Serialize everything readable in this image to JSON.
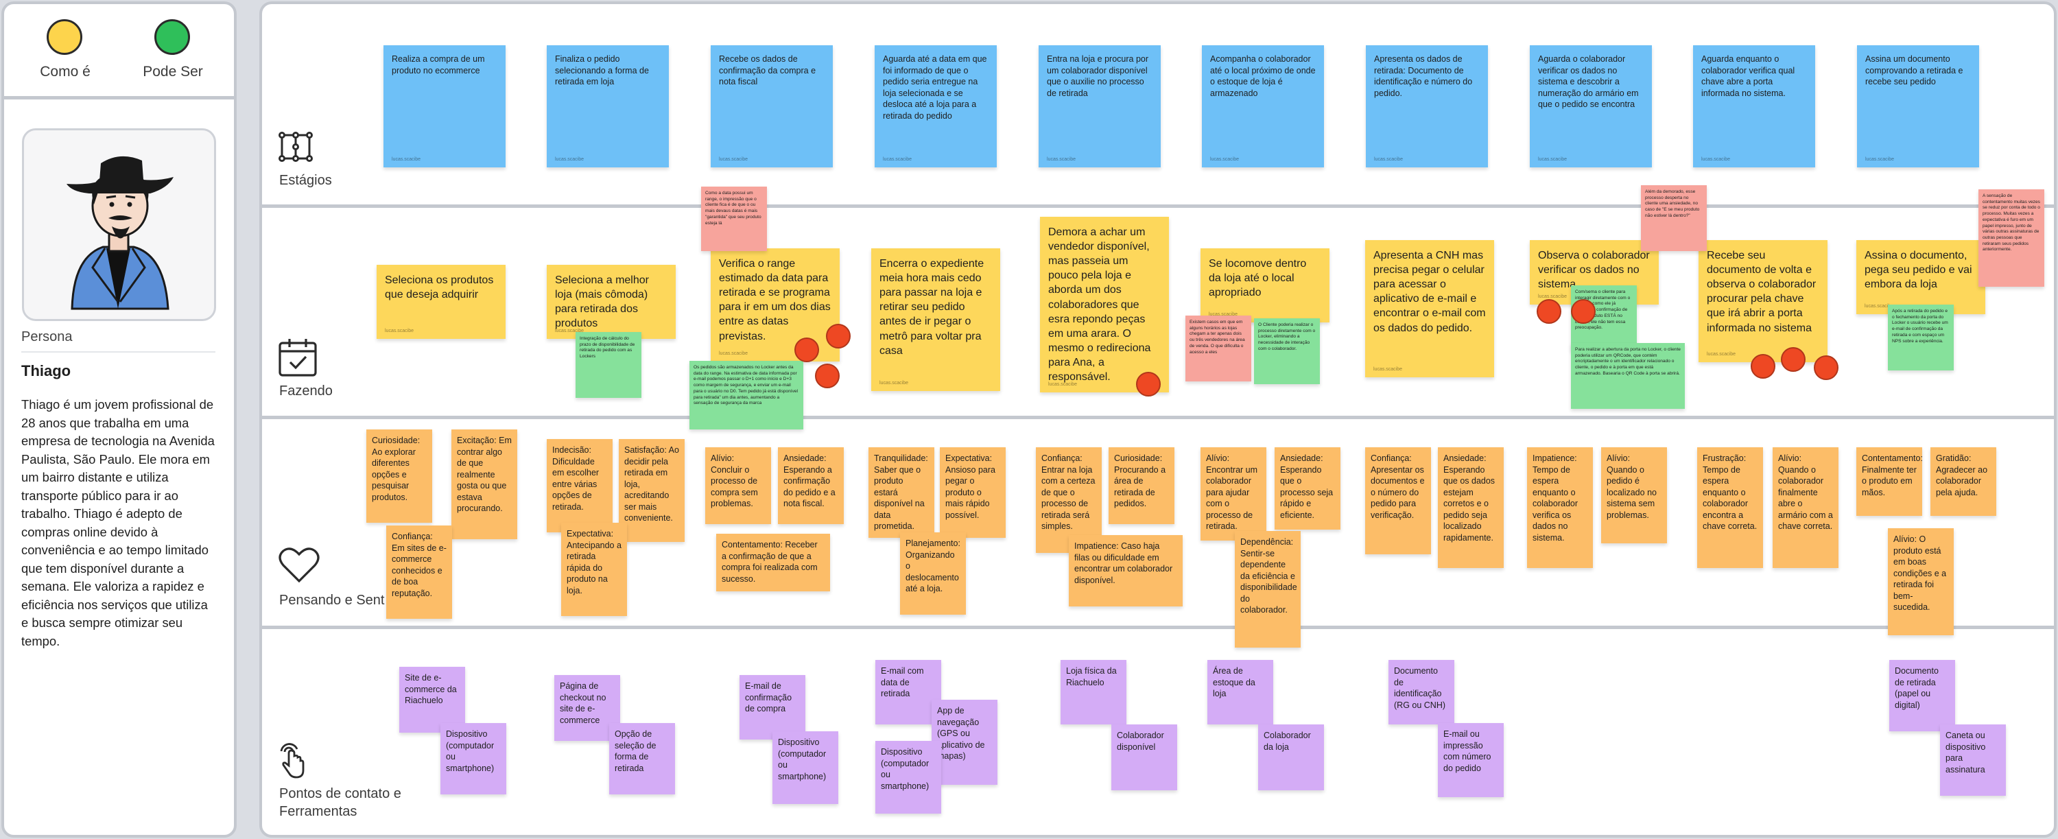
{
  "legend": {
    "as_is_label": "Como é",
    "to_be_label": "Pode Ser",
    "as_is_color": "#fdd44c",
    "to_be_color": "#2fbf5a"
  },
  "persona": {
    "section_label": "Persona",
    "name": "Thiago",
    "bio": "Thiago é um jovem profissional de 28 anos que trabalha em uma empresa de tecnologia na Avenida Paulista, São Paulo. Ele mora em um bairro distante e utiliza transporte público para ir ao trabalho. Thiago é adepto de compras online devido à conveniência e ao tempo limitado que tem disponível durante a semana. Ele valoriza a rapidez e eficiência nos serviços que utiliza e busca sempre otimizar seu tempo."
  },
  "lanes": {
    "estagios": "Estágios",
    "fazendo": "Fazendo",
    "pensando": "Pensando e Sent",
    "pontos_line1": "Pontos de contato e",
    "pontos_line2": "Ferramentas"
  },
  "author": "lucas.scacibe",
  "stages": [
    "Realiza a compra de um produto no ecommerce",
    "Finaliza o pedido selecionando a forma de retirada em loja",
    "Recebe os dados de confirmação da compra e nota fiscal",
    "Aguarda até a data em que foi informado de que o pedido seria entregue na loja selecionada e se desloca até a loja para a retirada do pedido",
    "Entra na loja e procura por um colaborador disponível que o auxilie no processo de retirada",
    "Acompanha o colaborador até o local próximo de onde o estoque de loja é armazenado",
    "Apresenta os dados de retirada: Documento de identificação e número do pedido.",
    "Aguarda o colaborador verificar os dados no sistema e descobrir a numeração do armário em que o pedido se encontra",
    "Aguarda enquanto o colaborador verifica qual chave abre a porta informada no sistema.",
    "Assina um documento comprovando a retirada e recebe seu pedido"
  ],
  "doing": [
    "Seleciona os produtos que deseja adquirir",
    "Seleciona a melhor loja (mais cômoda) para retirada dos produtos",
    "Verifica o range estimado da data para retirada e se programa para ir em um dos dias entre as datas previstas.",
    "Encerra o expediente meia hora mais cedo para passar na loja e retirar seu pedido antes de ir pegar o metrô para voltar pra casa",
    "Demora a achar um vendedor disponível, mas passeia um pouco pela loja e aborda um dos colaboradores que esra repondo peças em uma arara. O mesmo o redireciona para Ana, a responsável.",
    "Se locomove dentro da loja até o local apropriado",
    "Apresenta a CNH mas precisa pegar o celular para acessar o aplicativo de e-mail e encontrar o e-mail com os dados do pedido.",
    "Observa o colaborador verificar os dados no sistema.",
    "Recebe seu documento de volta e observa o colaborador procurar pela chave que irá abrir a porta informada no sistema",
    "Assina o documento, pega seu pedido e vai embora da loja"
  ],
  "small_notes": {
    "pink1": "Como a data possui um range, o impressão que o cliente fica é de que o ou mais devaus datas é mais \"garantida\" que seu produto esteja lá",
    "green1": "Integração de cálculo do prazo de disponibilidade de retirada do pedido com as Lockers",
    "green2": "Os pedidos são armazenados no Locker antes da data do range. Na estimativa de data informada por e-mail podemos passar o D+1 como início e D+3 como margem de segurança, e enviar um e-mail para o usuário no D0. Tem pedido já está disponível para retirada\" um dia antes, aumentando a sensação de segurança da marca",
    "pink2": "Existem casos em que em alguns horários as lojas chegam a ter apenas dois ou três vendedores na área de venda. O que dificulta o acesso a eles",
    "green3": "O Cliente poderia realizar o processo diretamente com o Locker, eliminando a necessidade de interação com o colaborador.",
    "pink3": "Além da demorado, esse processo desperta no cliente uma ansiedade, no caso de \"E se meu produto não estiver lá dentro?\"",
    "green4": "Com/sema o cliente para interagir diretamente com o usuário, como ele já recebeu a confirmação de que o produto ESTÁ no Locker, ele não tem essa preocupação.",
    "green5": "Para realizar a abertura da porta no Locker, o cliente poderia utilizar um QRCode, que contém encriptadamente o um identificador relacionado o cliente, o pedido e à porta em que está armazenado. Basearia o QR Code à porta se abrirá.",
    "pink4": "A sensação de contentamento muitas vezes se reduz por conta de todo o processo. Muitas vezes a expectativa é furo em um papel impresso, junto de várias outras assinaturas de outras pessoas que retiraram seus pedidos anteriormente.",
    "green6": "Após a retirada do pedido e o fechamento da porta do Locker o usuário recebe um e-mail de confirmação da retirada e com espaço um NPS sobre a experiência."
  },
  "feelings": [
    "Curiosidade: Ao explorar diferentes opções e pesquisar produtos.",
    "Excitação: Em contrar algo de que realmente gosta ou que estava procurando.",
    "Confiança: Em sites de e-commerce conhecidos e de boa reputação.",
    "Indecisão: Dificuldade em escolher entre várias opções de retirada.",
    "Satisfação: Ao decidir pela retirada em loja, acreditando ser mais conveniente.",
    "Expectativa: Antecipando a retirada rápida do produto na loja.",
    "Alívio: Concluir o processo de compra sem problemas.",
    "Ansiedade: Esperando a confirmação do pedido e a nota fiscal.",
    "Contentamento: Receber a confirmação de que a compra foi realizada com sucesso.",
    "Tranquilidade: Saber que o produto estará disponível na data prometida.",
    "Expectativa: Ansioso para pegar o produto o mais rápido possível.",
    "Planejamento: Organizando o deslocamento até a loja.",
    "Confiança: Entrar na loja com a certeza de que o processo de retirada será simples.",
    "Curiosidade: Procurando a área de retirada de pedidos.",
    "Impatience: Caso haja filas ou dificuldade em encontrar um colaborador disponível.",
    "Alívio: Encontrar um colaborador para ajudar com o processo de retirada.",
    "Ansiedade: Esperando que o processo seja rápido e eficiente.",
    "Dependência: Sentir-se dependente da eficiência e disponibilidade do colaborador.",
    "Confiança: Apresentar os documentos e o número do pedido para verificação.",
    "Ansiedade: Esperando que os dados estejam corretos e o pedido seja localizado rapidamente.",
    "Impatience: Tempo de espera enquanto o colaborador verifica os dados no sistema.",
    "Alívio: Quando o pedido é localizado no sistema sem problemas.",
    "Frustração: Tempo de espera enquanto o colaborador encontra a chave correta.",
    "Alívio: Quando o colaborador finalmente abre o armário com a chave correta.",
    "Contentamento: Finalmente ter o produto em mãos.",
    "Gratidão: Agradecer ao colaborador pela ajuda.",
    "Alívio: O produto está em boas condições e a retirada foi bem-sucedida."
  ],
  "touchpoints": [
    "Site de e-commerce da Riachuelo",
    "Dispositivo (computador ou smartphone)",
    "Página de checkout no site de e-commerce",
    "Opção de seleção de forma de retirada",
    "E-mail de confirmação de compra",
    "Dispositivo (computador ou smartphone)",
    "E-mail com data de retirada",
    "App de navegação (GPS ou aplicativo de mapas)",
    "Dispositivo (computador ou smartphone)",
    "Loja física da Riachuelo",
    "Colaborador disponível",
    "Área de estoque da loja",
    "Colaborador da loja",
    "Documento de identificação (RG ou CNH)",
    "E-mail ou impressão com número do pedido",
    "Documento de retirada (papel ou digital)",
    "Caneta ou dispositivo para assinatura"
  ]
}
